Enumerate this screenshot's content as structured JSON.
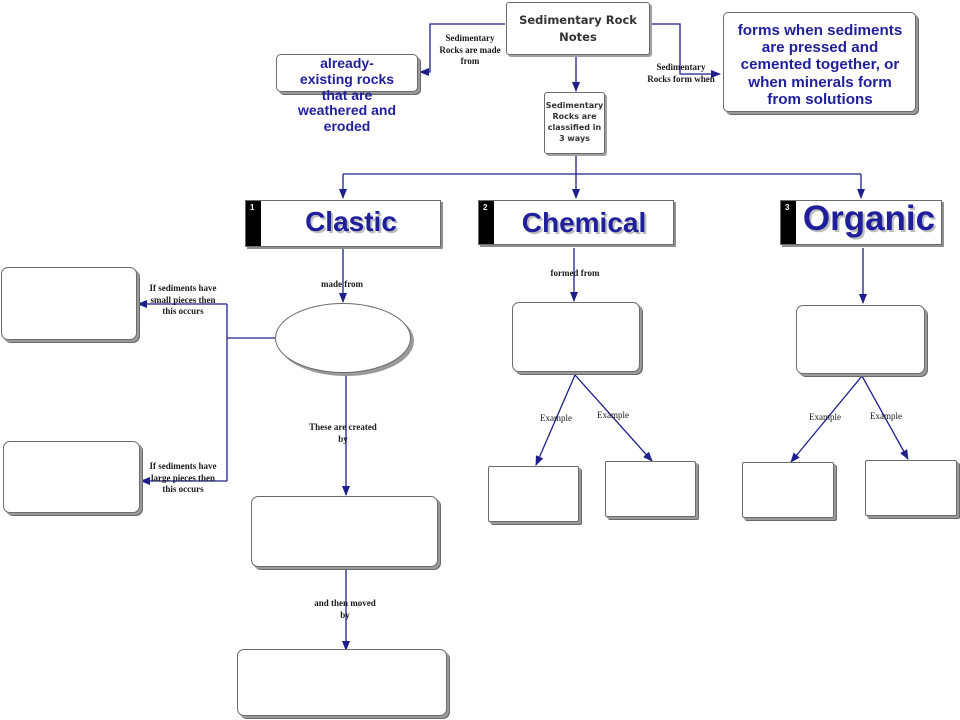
{
  "title_node": "Sedimentary Rock\nNotes",
  "classify_node": "Sedimentary\nRocks are\nclassified in\n3 ways",
  "made_from": {
    "link_label": "Sedimentary\nRocks are made\nfrom",
    "answer": "already-\nexisting rocks\nthat are\nweathered and\neroded"
  },
  "form_when": {
    "link_label": "Sedimentary\nRocks form when",
    "answer": "forms when sediments\nare pressed and\ncemented together, or\nwhen minerals form\nfrom solutions"
  },
  "categories": [
    {
      "number": "1",
      "name": "Clastic"
    },
    {
      "number": "2",
      "name": "Chemical"
    },
    {
      "number": "3",
      "name": "Organic"
    }
  ],
  "clastic": {
    "made_from": "made from",
    "small_pieces": "If sediments have\nsmall pieces then\nthis occurs",
    "large_pieces": "If sediments have\nlarge pieces then\nthis occurs",
    "created_by": "These are created\nby",
    "moved_by": "and then moved\nby"
  },
  "chemical": {
    "formed_from": "formed from",
    "example_left": "Example",
    "example_right": "Example"
  },
  "organic": {
    "example_left": "Example",
    "example_right": "Example"
  },
  "colors": {
    "connector": "#1f1f8c",
    "answer_text": "#1f1f9c",
    "category_text": "#1f1f9c"
  }
}
